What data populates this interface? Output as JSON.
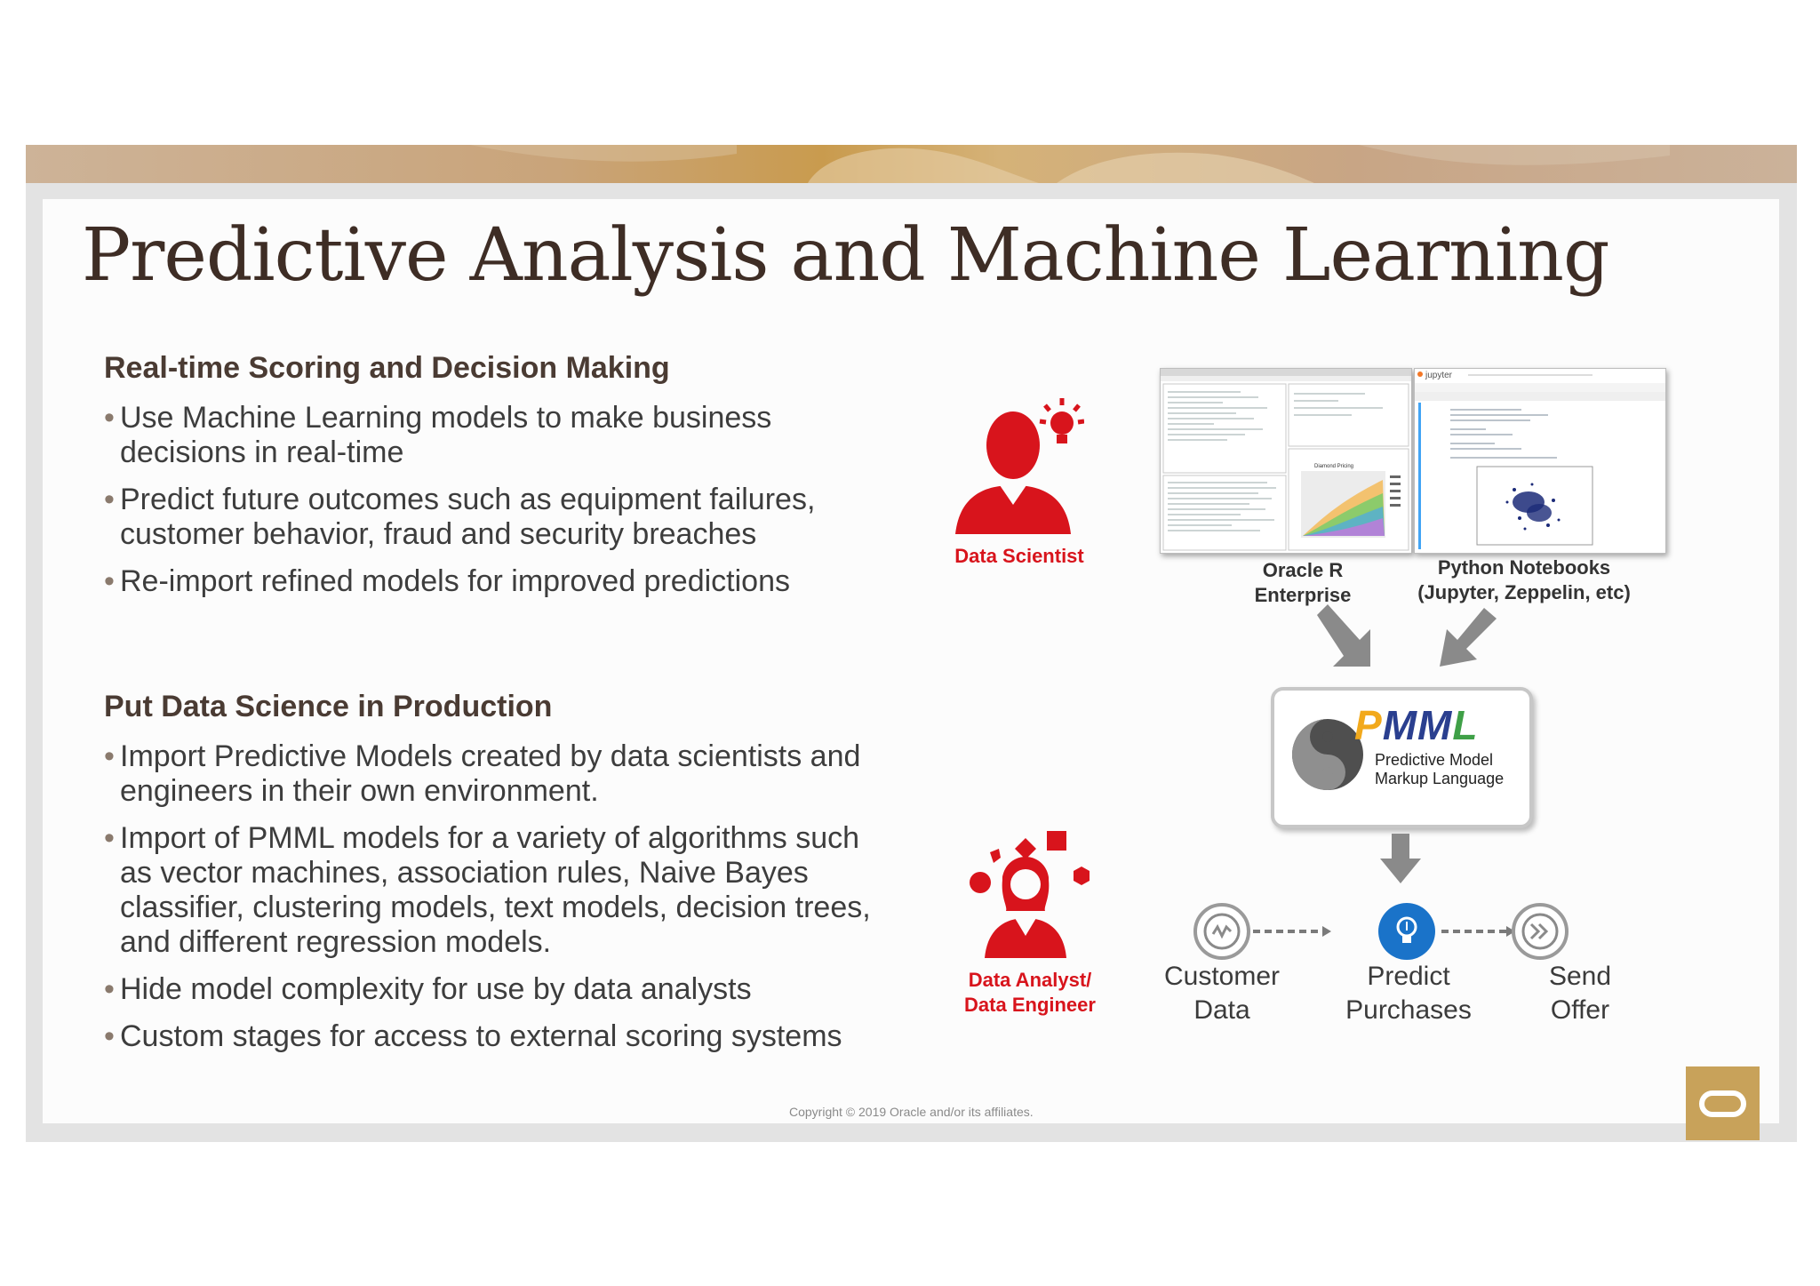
{
  "slide": {
    "title": "Predictive Analysis and Machine Learning",
    "copyright": "Copyright © 2019 Oracle and/or its affiliates."
  },
  "section1": {
    "heading": "Real-time Scoring and Decision Making",
    "bullets": [
      "Use Machine Learning models to make business decisions in real-time",
      "Predict future outcomes such as equipment failures, customer behavior, fraud and security breaches",
      "Re-import refined models for improved predictions"
    ]
  },
  "section2": {
    "heading": "Put Data Science in Production",
    "bullets": [
      "Import Predictive Models created by data scientists and engineers in their own environment.",
      "Import of PMML models for a variety of algorithms such as vector machines, association rules, Naive Bayes classifier, clustering models, text models, decision trees, and different regression models.",
      "Hide model complexity for use by data analysts",
      "Custom stages for access to external scoring systems"
    ]
  },
  "roles": {
    "scientist": "Data Scientist",
    "analyst_line1": "Data Analyst/",
    "analyst_line2": "Data Engineer"
  },
  "tools": {
    "oracle_r_line1": "Oracle R",
    "oracle_r_line2": "Enterprise",
    "python_line1": "Python Notebooks",
    "python_line2": "(Jupyter, Zeppelin, etc)",
    "jupyter_logo": "jupyter",
    "diamond_plot_title": "Diamond Pricing"
  },
  "pmml": {
    "acronym": "PMML",
    "letters": [
      "P",
      "M",
      "M",
      "L"
    ],
    "letter_colors": [
      "#f2a91c",
      "#2a3f8f",
      "#2a3f8f",
      "#3fa047"
    ],
    "line1": "Predictive Model",
    "line2": "Markup Language"
  },
  "flow": [
    {
      "line1": "Customer",
      "line2": "Data",
      "icon": "data-icon"
    },
    {
      "line1": "Predict",
      "line2": "Purchases",
      "icon": "lightbulb-icon"
    },
    {
      "line1": "Send",
      "line2": "Offer",
      "icon": "send-icon"
    }
  ],
  "colors": {
    "accent_red": "#d8141c",
    "title_brown": "#3e2d25",
    "oracle_gold": "#c8a25a",
    "flow_blue": "#1a73c9"
  }
}
